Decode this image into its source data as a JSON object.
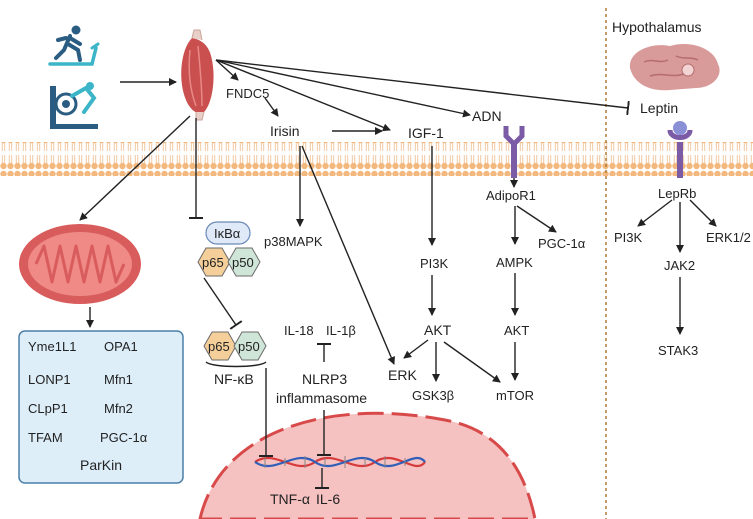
{
  "regions": {
    "hypothalamus": "Hypothalamus"
  },
  "nodes": {
    "fndc5": "FNDC5",
    "irisin": "Irisin",
    "igf1": "IGF-1",
    "adn": "ADN",
    "leptin": "Leptin",
    "adipor1": "AdipoR1",
    "leprb": "LepRb",
    "ikba": "IκBα",
    "p65": "p65",
    "p50": "p50",
    "nfkb": "NF-κB",
    "p38mapk": "p38MAPK",
    "pi3k_mid": "PI3K",
    "akt_mid": "AKT",
    "erk": "ERK",
    "gsk3b": "GSK3β",
    "mtor": "mTOR",
    "ampk": "AMPK",
    "akt_right": "AKT",
    "pgc1a_right": "PGC-1α",
    "pi3k_hyp": "PI3K",
    "erk12": "ERK1/2",
    "jak2": "JAK2",
    "stak3": "STAK3",
    "il18": "IL-18",
    "il1b": "IL-1β",
    "nlrp3": "NLRP3",
    "inflammasome": "inflammasome",
    "tnfa": "TNF-α",
    "il6": "IL-6"
  },
  "mito_box": {
    "left": [
      "Yme1L1",
      "LONP1",
      "CLpP1",
      "TFAM"
    ],
    "right": [
      "OPA1",
      "Mfn1",
      "Mfn2",
      "PGC-1α"
    ],
    "bottom": "ParKin"
  },
  "icons": [
    "treadmill-runner-icon",
    "leg-press-icon",
    "muscle-icon",
    "mitochondrion-icon",
    "brain-icon",
    "adipor1-receptor-icon",
    "leprb-receptor-icon",
    "nucleus-icon",
    "dna-icon"
  ],
  "colors": {
    "membrane": "#f1c79a",
    "membrane_head": "#f3b87e",
    "mito_fill": "#d95c5c",
    "mito_inner": "#f08a86",
    "box_fill": "#ddeef9",
    "box_stroke": "#4a7fa8",
    "p65": "#f5cf9a",
    "p50": "#cfe5d8",
    "ikba": "#dfe9f7",
    "receptor": "#7b5aa6",
    "nucleus": "#f4b8b8",
    "nucleus_edge": "#d84a4a",
    "brain": "#d99a9a",
    "divider": "#b07a3a",
    "icon_blue": "#2b5c82",
    "icon_teal": "#3db5c9"
  }
}
